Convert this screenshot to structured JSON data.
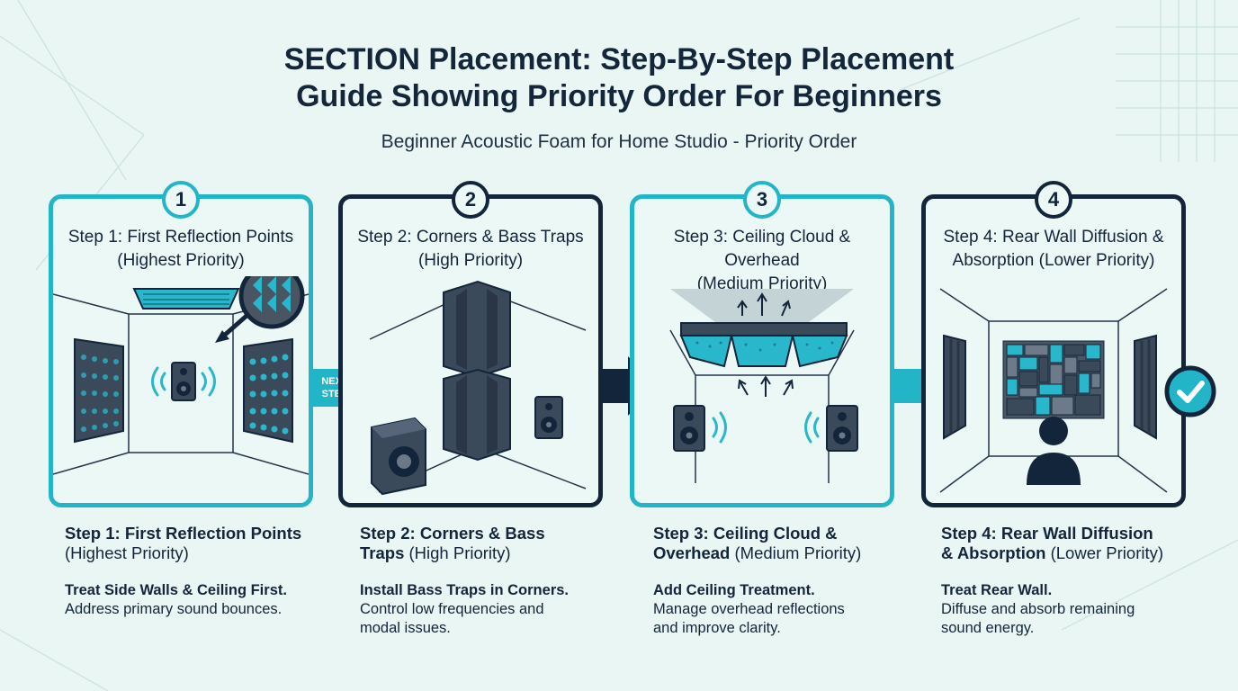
{
  "title_line1": "SECTION Placement: Step-By-Step Placement",
  "title_line2": "Guide Showing Priority Order For Beginners",
  "subtitle": "Beginner Acoustic Foam for Home Studio - Priority Order",
  "arrow1_label_line1": "NEXT",
  "arrow1_label_line2": "STEP",
  "colors": {
    "teal": "#22b5c8",
    "navy": "#13253a",
    "background": "#e9f6f4"
  },
  "steps": [
    {
      "badge": "1",
      "card_title_line1": "Step 1: First Reflection Points",
      "card_title_line2": "(Highest Priority)",
      "desc_bold": "Step 1: First Reflection Points",
      "desc_rest": "(Highest Priority)",
      "action": "Treat Side Walls & Ceiling First.",
      "detail": "Address primary sound bounces."
    },
    {
      "badge": "2",
      "card_title_line1": "Step 2: Corners & Bass Traps",
      "card_title_line2": "(High Priority)",
      "desc_bold": "Step 2: Corners & Bass Traps",
      "desc_rest": "(High Priority)",
      "action": "Install Bass Traps in Corners.",
      "detail": "Control low frequencies and modal issues."
    },
    {
      "badge": "3",
      "card_title_line1": "Step 3: Ceiling Cloud & Overhead",
      "card_title_line2": "(Medium Priority)",
      "desc_bold": "Step 3: Ceiling Cloud & Overhead",
      "desc_rest": "(Medium Priority)",
      "action": "Add Ceiling Treatment.",
      "detail": "Manage overhead reflections and improve clarity."
    },
    {
      "badge": "4",
      "card_title_line1": "Step 4: Rear Wall Diffusion &",
      "card_title_line2": "Absorption (Lower Priority)",
      "desc_bold": "Step 4: Rear Wall Diffusion & Absorption",
      "desc_rest": "(Lower Priority)",
      "action": "Treat Rear Wall.",
      "detail": "Diffuse and absorb remaining sound energy."
    }
  ]
}
